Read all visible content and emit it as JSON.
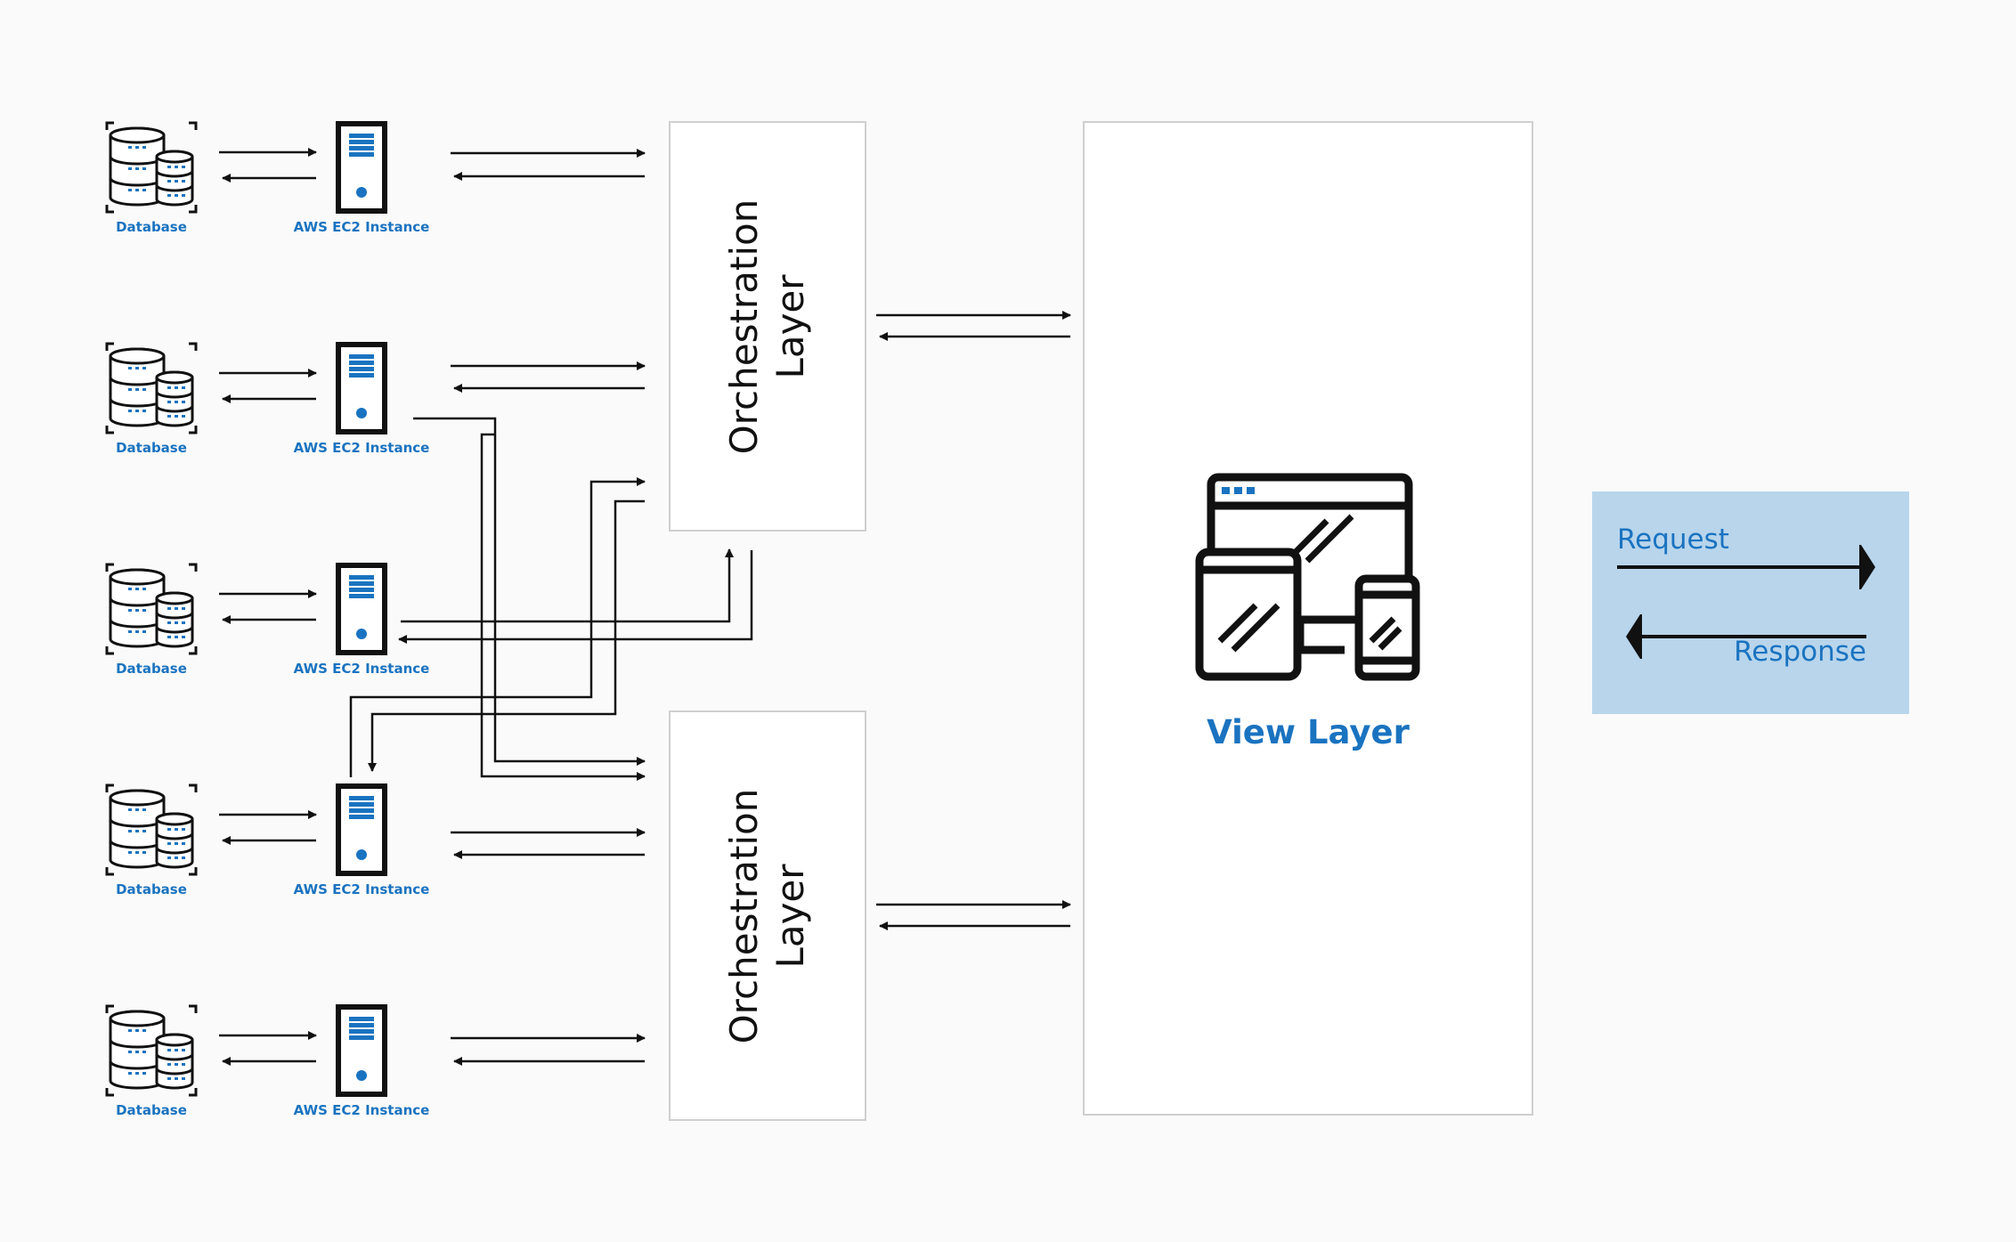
{
  "nodes": [
    {
      "database_label": "Database",
      "instance_label": "AWS EC2 Instance"
    },
    {
      "database_label": "Database",
      "instance_label": "AWS EC2 Instance"
    },
    {
      "database_label": "Database",
      "instance_label": "AWS EC2 Instance"
    },
    {
      "database_label": "Database",
      "instance_label": "AWS EC2 Instance"
    },
    {
      "database_label": "Database",
      "instance_label": "AWS EC2 Instance"
    }
  ],
  "orchestration_layers": [
    {
      "label": "Orchestration\nLayer"
    },
    {
      "label": "Orchestration\nLayer"
    }
  ],
  "view_layer": {
    "label": "View Layer",
    "icon": "devices-icon"
  },
  "legend": {
    "request_label": "Request",
    "response_label": "Response"
  },
  "colors": {
    "accent": "#1a73c0",
    "legend_bg": "#b8d5ec",
    "line": "#111111",
    "box_border": "#cfcfcf"
  }
}
